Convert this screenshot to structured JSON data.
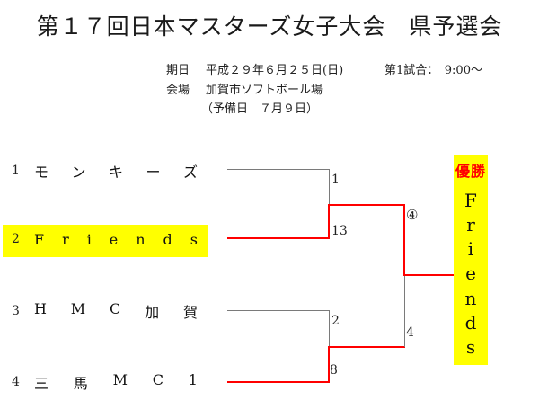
{
  "title": "第１７回日本マスターズ女子大会　県予選会",
  "info": {
    "date_label": "期日",
    "date_value": "平成２９年６月２５日(日)",
    "first_game": "第1試合：　9:00～",
    "venue_label": "会場",
    "venue_value": "加賀市ソフトボール場",
    "reserve_note": "（予備日　７月９日）"
  },
  "bracket": {
    "teams": [
      {
        "seed": "1",
        "name": "モンキーズ",
        "highlight": false
      },
      {
        "seed": "2",
        "name": "Friends",
        "highlight": true
      },
      {
        "seed": "3",
        "name": "HMC加賀",
        "highlight": false
      },
      {
        "seed": "4",
        "name": "三馬MC1",
        "highlight": false
      }
    ],
    "scores": {
      "semi1_upper": "1",
      "semi1_lower": "13",
      "semi2_upper": "2",
      "semi2_lower": "8",
      "final_upper": "④",
      "final_lower": "4"
    }
  },
  "winner": {
    "label": "優勝",
    "name": "Friends"
  },
  "colors": {
    "accent_red": "#ff0000",
    "highlight_yellow": "#ffff00",
    "line_gray": "#7a7a7a"
  }
}
